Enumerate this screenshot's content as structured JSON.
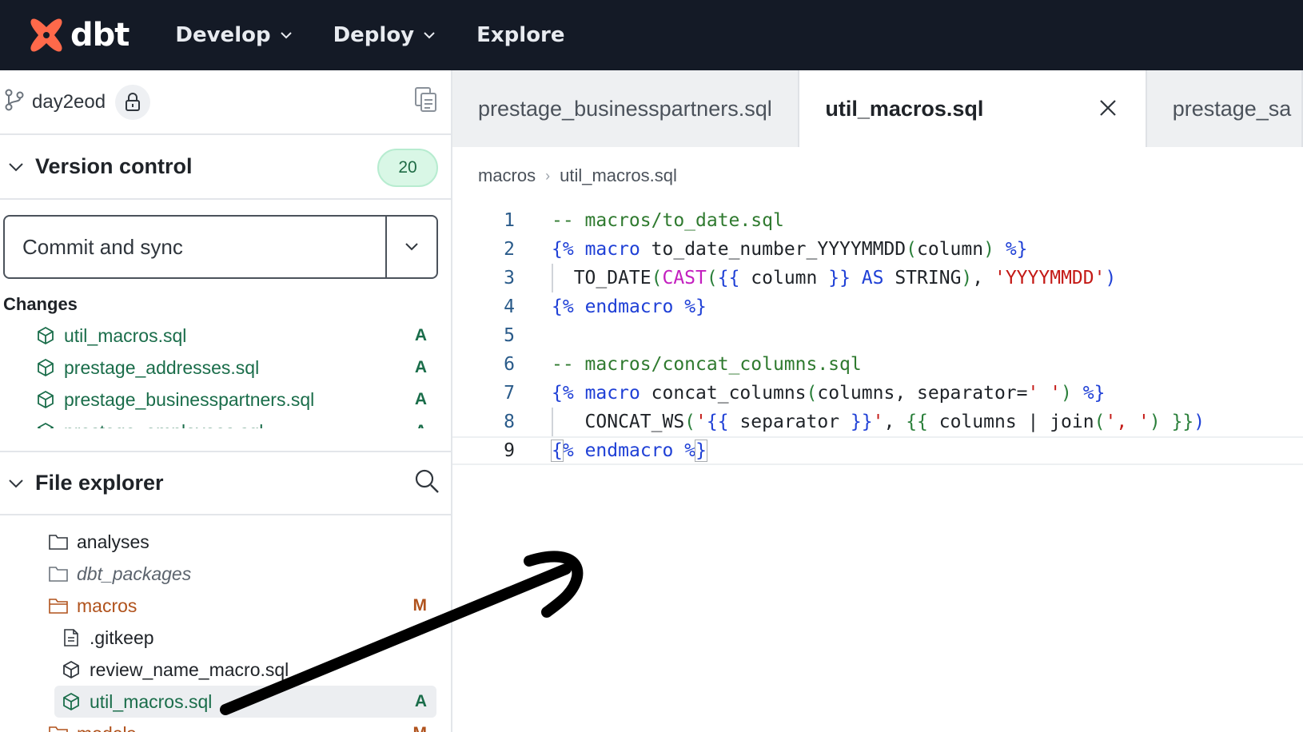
{
  "brand": {
    "name": "dbt",
    "color": "#ff694a"
  },
  "nav": [
    {
      "label": "Develop",
      "has_dropdown": true
    },
    {
      "label": "Deploy",
      "has_dropdown": true
    },
    {
      "label": "Explore",
      "has_dropdown": false
    }
  ],
  "sidebar": {
    "branch": "day2eod",
    "version_control": {
      "title": "Version control",
      "count": "20"
    },
    "commit": {
      "label": "Commit and sync"
    },
    "changes": {
      "label": "Changes",
      "items": [
        {
          "name": "util_macros.sql",
          "status": "A"
        },
        {
          "name": "prestage_addresses.sql",
          "status": "A"
        },
        {
          "name": "prestage_businesspartners.sql",
          "status": "A"
        },
        {
          "name": "prestage_employees.sql",
          "status": "A"
        }
      ]
    },
    "file_explorer": {
      "title": "File explorer",
      "tree": [
        {
          "name": "analyses",
          "type": "folder",
          "status": ""
        },
        {
          "name": "dbt_packages",
          "type": "folder",
          "status": ""
        },
        {
          "name": "macros",
          "type": "folder",
          "status": "M"
        },
        {
          "name": ".gitkeep",
          "type": "file",
          "status": ""
        },
        {
          "name": "review_name_macro.sql",
          "type": "model",
          "status": ""
        },
        {
          "name": "util_macros.sql",
          "type": "model",
          "status": "A"
        },
        {
          "name": "models",
          "type": "folder",
          "status": "M"
        }
      ]
    }
  },
  "editor": {
    "tabs": [
      {
        "label": "prestage_businesspartners.sql"
      },
      {
        "label": "util_macros.sql"
      },
      {
        "label": "prestage_sa"
      }
    ],
    "breadcrumb": [
      "macros",
      "util_macros.sql"
    ],
    "line_numbers": [
      "1",
      "2",
      "3",
      "4",
      "5",
      "6",
      "7",
      "8",
      "9"
    ]
  },
  "colors": {
    "topbar": "#141a26",
    "added": "#1a6d4a",
    "modified": "#b0521c",
    "accent_badge": "#d9f7e6"
  }
}
